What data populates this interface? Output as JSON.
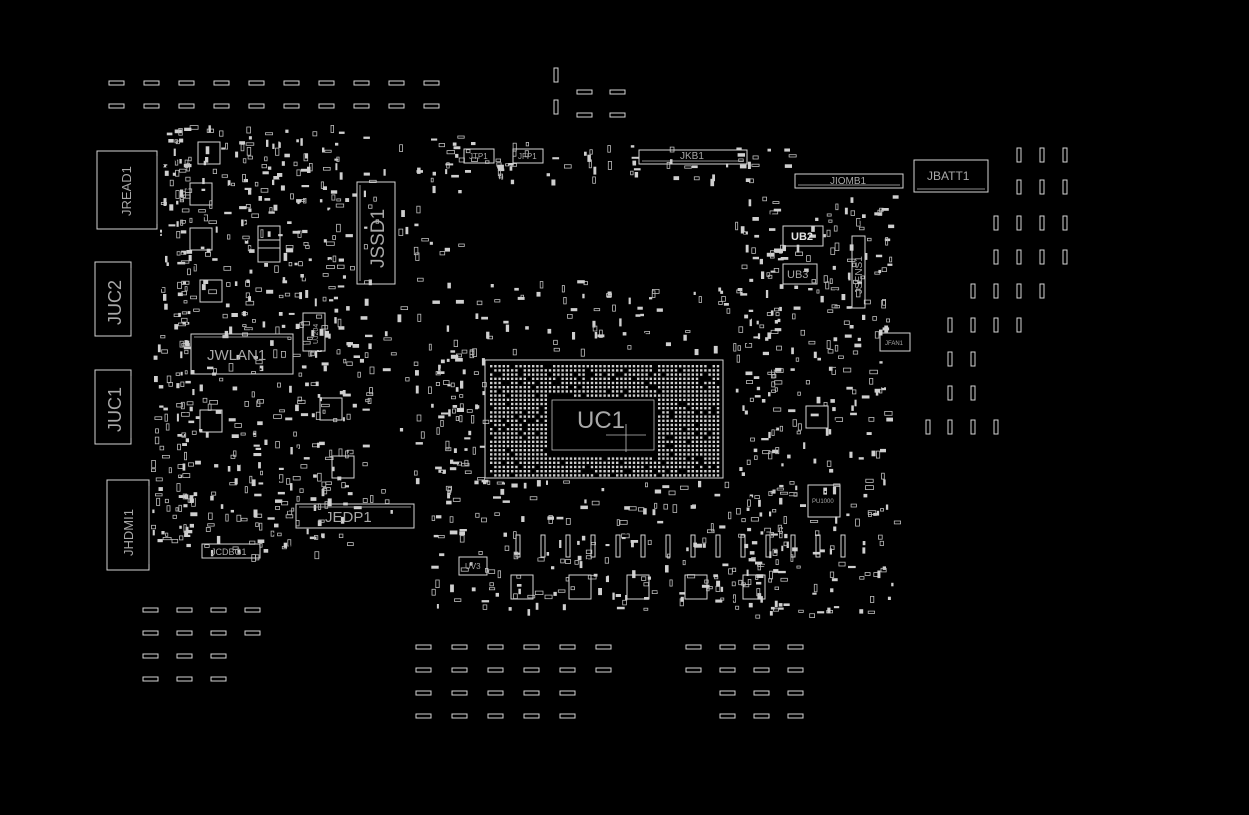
{
  "refdes": {
    "jread1": "JREAD1",
    "juc2": "JUC2",
    "juc1": "JUC1",
    "jhdmi1": "JHDMI1",
    "jcdbg1": "JCDBG1",
    "jwlan1": "JWLAN1",
    "jssd1": "JSSD1",
    "jedp1": "JEDP1",
    "jtp1": "JTP1",
    "jfp1": "JFP1",
    "jkb1": "JKB1",
    "jiomb1": "JIOMB1",
    "jbatt1": "JBATT1",
    "ub2": "UB2",
    "ub3": "UB3",
    "jsens1": "JSENS1",
    "jfan1": "JFAN1",
    "uc1": "UC1",
    "uv3": "UV3",
    "uj204": "UJ204",
    "pu1000": "PU1000"
  },
  "colors": {
    "background": "#000000",
    "outline": "#d4d4d4",
    "label": "#a8a8a8",
    "via": "#1c9bb8"
  }
}
